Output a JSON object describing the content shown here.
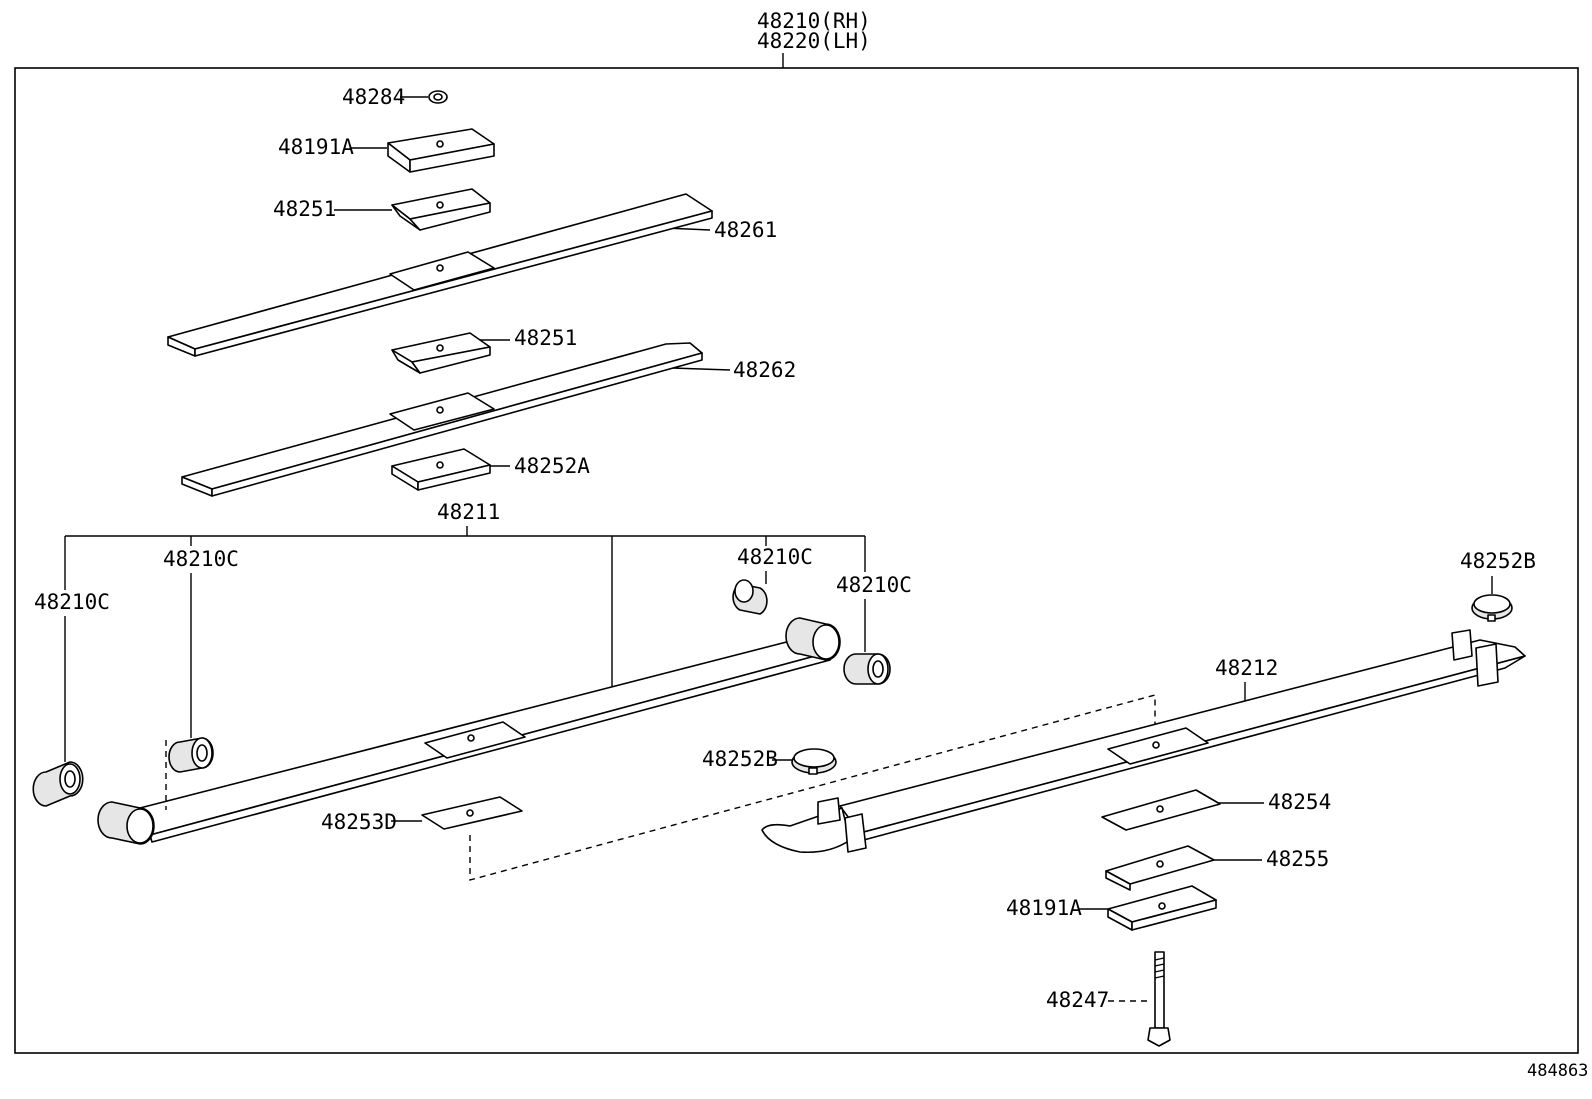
{
  "header": {
    "part_rh": "48210(RH)",
    "part_lh": "48220(LH)"
  },
  "labels": {
    "p48284": "48284",
    "p48191A_top": "48191A",
    "p48251_top": "48251",
    "p48261": "48261",
    "p48251_mid": "48251",
    "p48262": "48262",
    "p48252A": "48252A",
    "p48211": "48211",
    "p48210C_a": "48210C",
    "p48210C_b": "48210C",
    "p48210C_c": "48210C",
    "p48210C_d": "48210C",
    "p48252B_right": "48252B",
    "p48212": "48212",
    "p48252B_mid": "48252B",
    "p48253D": "48253D",
    "p48254": "48254",
    "p48255": "48255",
    "p48191A_bottom": "48191A",
    "p48247": "48247"
  },
  "footer": {
    "diagram_id": "484863"
  }
}
